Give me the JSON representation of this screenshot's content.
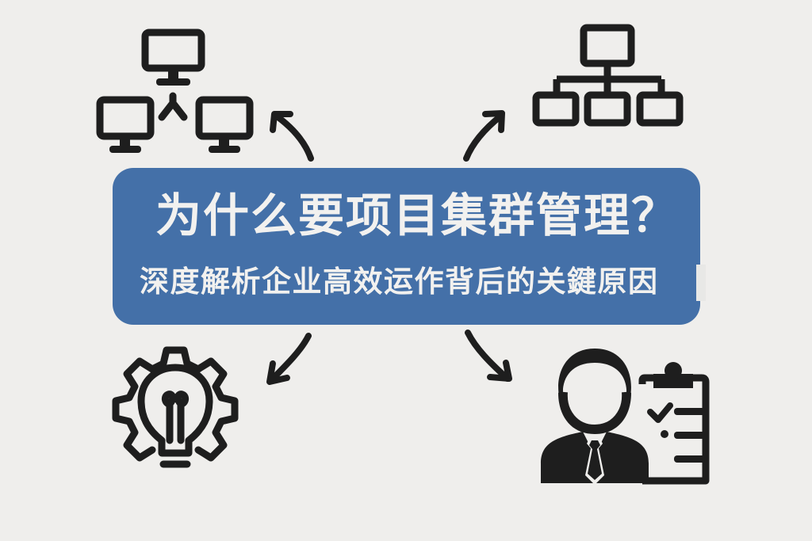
{
  "colors": {
    "background": "#EFEEEC",
    "banner": "#4470A8",
    "text": "#F2F1EF",
    "icon": "#1E1E1E"
  },
  "banner": {
    "title": "为什么要项目集群管理？",
    "subtitle": "深度解析企业高效运作背后的关鍵原因"
  },
  "icons": {
    "top_left": "computer-network-icon",
    "top_right": "hierarchy-org-chart-icon",
    "bottom_left": "lightbulb-gear-icon",
    "bottom_right": "businessman-checklist-icon"
  },
  "arrows": [
    {
      "position": "top-left",
      "direction": "up-left"
    },
    {
      "position": "top-right",
      "direction": "up-right"
    },
    {
      "position": "bottom-left",
      "direction": "down-left"
    },
    {
      "position": "bottom-right",
      "direction": "down-right"
    }
  ]
}
